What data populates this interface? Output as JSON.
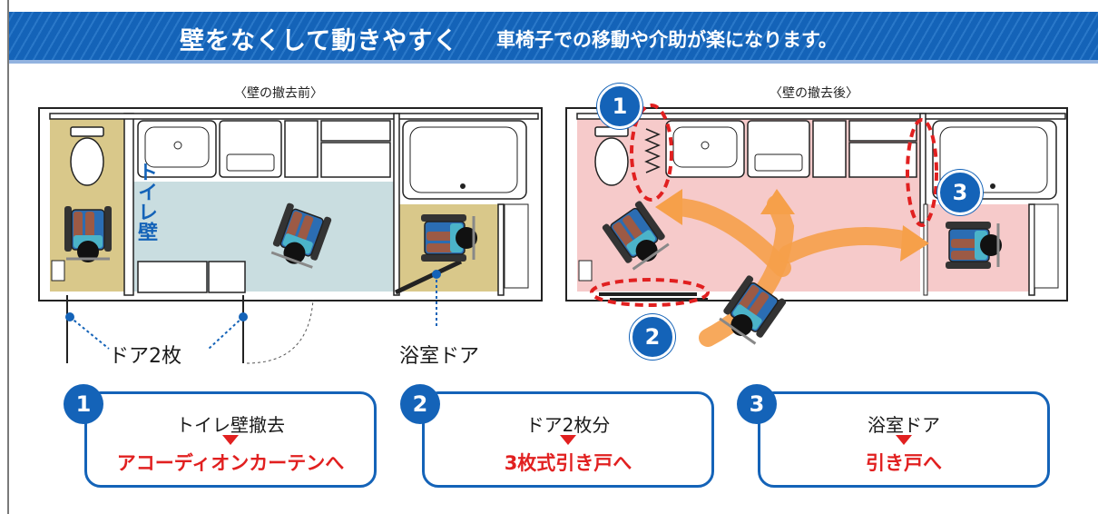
{
  "header": {
    "title_main": "壁をなくして動きやすく",
    "title_sub": "車椅子での移動や介助が楽になります。"
  },
  "before": {
    "caption": "〈壁の撤去前〉",
    "toilet_wall_label": "トイレ壁",
    "doors_label": "ドア2枚",
    "bath_door_label": "浴室ドア"
  },
  "after": {
    "caption": "〈壁の撤去後〉",
    "markers": [
      "1",
      "2",
      "3"
    ]
  },
  "changes": [
    {
      "num": "1",
      "from": "トイレ壁撤去",
      "to": "アコーディオンカーテンへ"
    },
    {
      "num": "2",
      "from": "ドア2枚分",
      "to": "3枚式引き戸へ"
    },
    {
      "num": "3",
      "from": "浴室ドア",
      "to": "引き戸へ"
    }
  ],
  "colors": {
    "brand_blue": "#1463b8",
    "accent_red": "#e12020",
    "before_corridor": "#c9dde0",
    "before_rooms": "#d9c88a",
    "after_floor": "#f6caca",
    "motion_arrow": "#f6a04a"
  },
  "icons": [
    "wheelchair-icon",
    "toilet-icon",
    "sink-icon",
    "bathtub-icon",
    "arrow-down-icon"
  ]
}
